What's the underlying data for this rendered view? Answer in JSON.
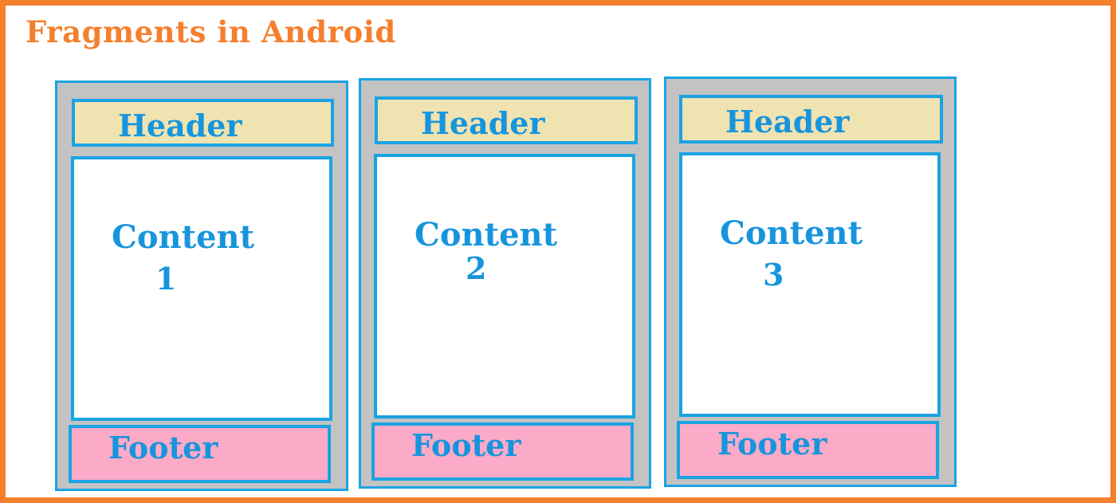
{
  "title": "Fragments in Android",
  "fragments": [
    {
      "header": "Header",
      "content": "Content",
      "number": "1",
      "footer": "Footer"
    },
    {
      "header": "Header",
      "content": "Content",
      "number": "2",
      "footer": "Footer"
    },
    {
      "header": "Header",
      "content": "Content",
      "number": "3",
      "footer": "Footer"
    }
  ],
  "colors": {
    "frame_border": "#f47f2d",
    "title": "#f47f2d",
    "fragment_border": "#1aa3e3",
    "fragment_fill": "#c3c3c3",
    "header_fill": "#efe3b1",
    "content_fill": "#ffffff",
    "footer_fill": "#fbaac8",
    "label": "#1795dc"
  }
}
